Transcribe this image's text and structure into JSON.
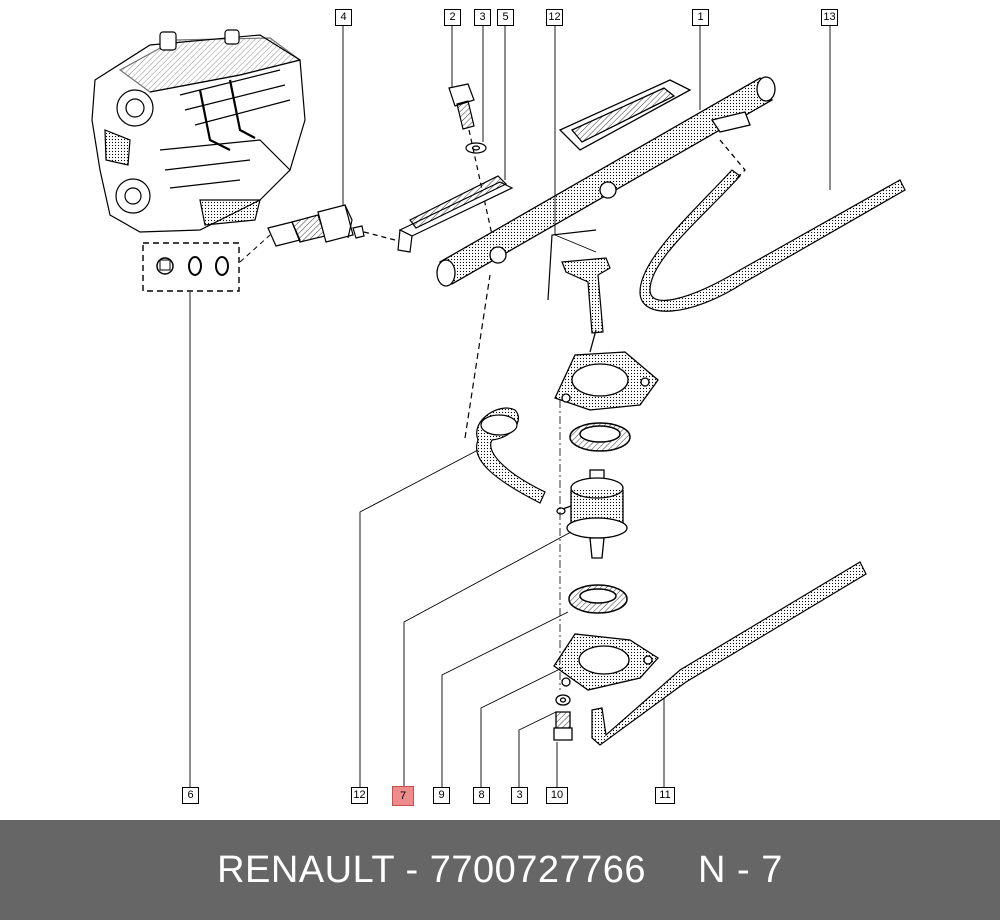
{
  "callouts": {
    "c1": "1",
    "c2": "2",
    "c3a": "3",
    "c4": "4",
    "c5": "5",
    "c12a": "12",
    "c13": "13",
    "c6": "6",
    "c12b": "12",
    "c7": "7",
    "c9": "9",
    "c8": "8",
    "c3b": "3",
    "c10": "10",
    "c11": "11"
  },
  "highlight": "7",
  "footer": {
    "brand_part": "RENAULT - 7700727766",
    "ref": "N - 7"
  },
  "colors": {
    "footer_bg": "#666666",
    "highlight_bg": "#ee8c8c",
    "line": "#000000"
  }
}
